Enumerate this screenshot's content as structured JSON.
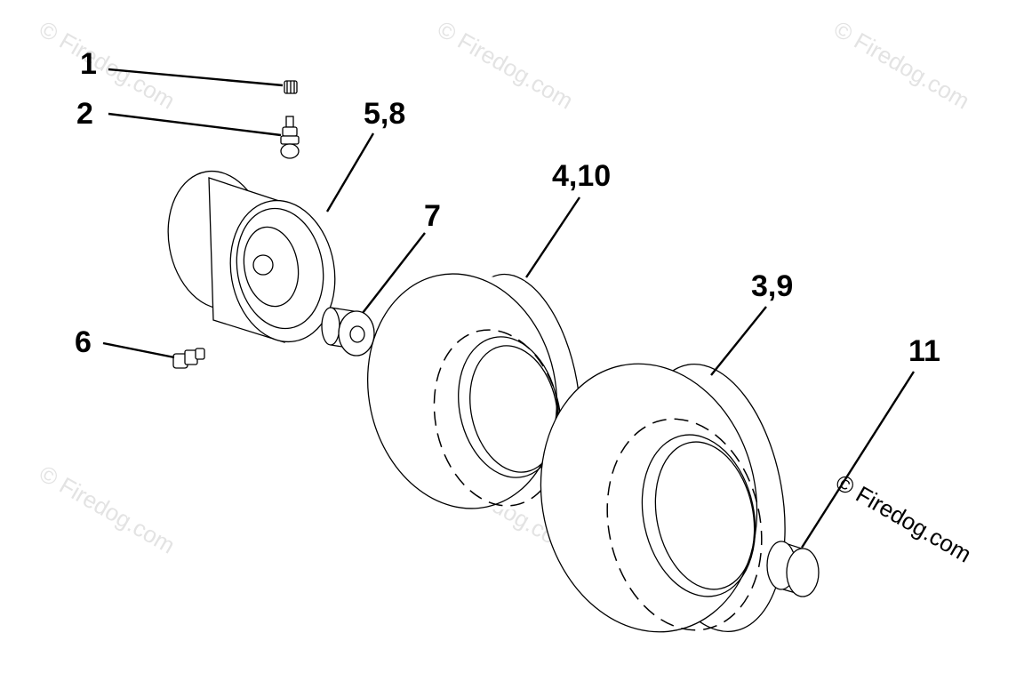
{
  "watermark": {
    "text": "© Firedog.com"
  },
  "callouts": {
    "c1": "1",
    "c2": "2",
    "c58": "5,8",
    "c410": "4,10",
    "c7": "7",
    "c39": "3,9",
    "c6": "6",
    "c11": "11"
  }
}
